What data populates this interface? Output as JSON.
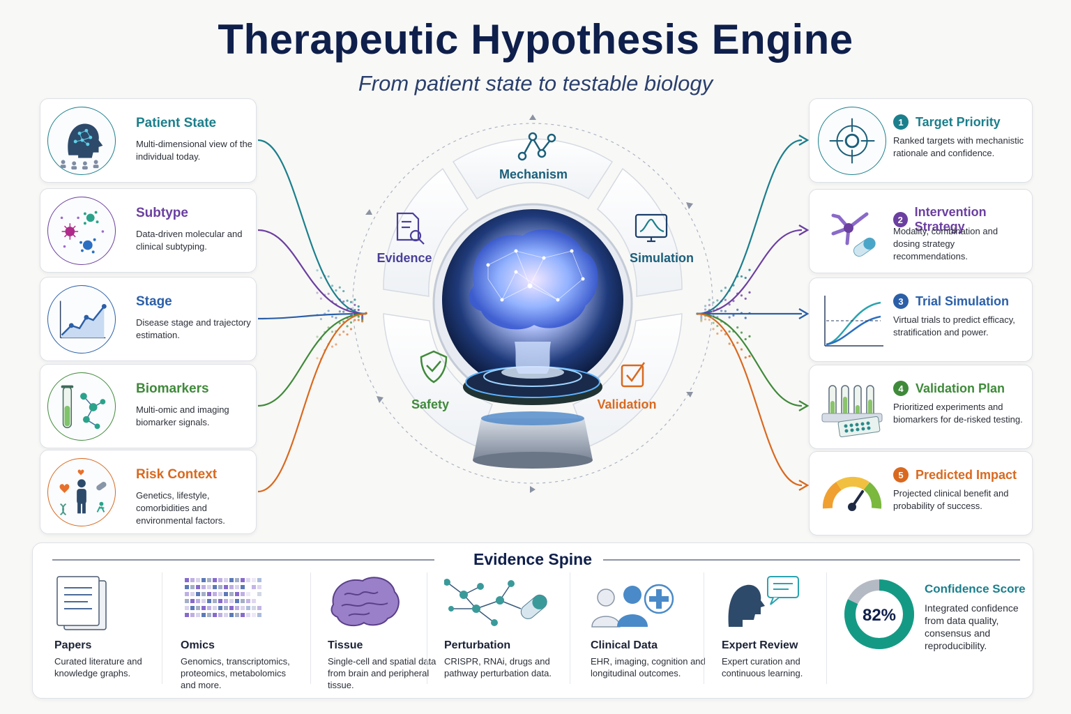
{
  "header": {
    "title": "Therapeutic Hypothesis Engine",
    "subtitle": "From patient state to testable biology"
  },
  "inputs": [
    {
      "title": "Patient State",
      "desc": "Multi-dimensional view of the individual today.",
      "color": "#1b7f8c",
      "icon": "head-network-icon"
    },
    {
      "title": "Subtype",
      "desc": "Data-driven molecular and clinical subtyping.",
      "color": "#6b3fa0",
      "icon": "cell-clusters-icon"
    },
    {
      "title": "Stage",
      "desc": "Disease stage and trajectory estimation.",
      "color": "#2b5fa8",
      "icon": "trend-chart-icon"
    },
    {
      "title": "Biomarkers",
      "desc": "Multi-omic and imaging biomarker signals.",
      "color": "#3f8a3a",
      "icon": "test-tube-icon"
    },
    {
      "title": "Risk Context",
      "desc": "Genetics, lifestyle, comorbidities and environmental factors.",
      "color": "#d9691f",
      "icon": "person-risk-icon"
    }
  ],
  "engine": {
    "segments": [
      {
        "label": "Mechanism",
        "color": "#1b5f7a",
        "icon": "molecule-icon"
      },
      {
        "label": "Simulation",
        "color": "#1b5f7a",
        "icon": "monitor-chart-icon"
      },
      {
        "label": "Validation",
        "color": "#d9691f",
        "icon": "checkbox-icon"
      },
      {
        "label": "Safety",
        "color": "#3f8a3a",
        "icon": "shield-check-icon"
      },
      {
        "label": "Evidence",
        "color": "#4a3f9a",
        "icon": "document-search-icon"
      }
    ]
  },
  "outputs": [
    {
      "num": "1",
      "title": "Target Priority",
      "desc": "Ranked targets with mechanistic rationale and confidence.",
      "color": "#1b7f8c",
      "icon": "target-icon"
    },
    {
      "num": "2",
      "title": "Intervention Strategy",
      "desc": "Modality, combination and dosing strategy recommendations.",
      "color": "#6b3fa0",
      "icon": "antibody-pill-icon"
    },
    {
      "num": "3",
      "title": "Trial Simulation",
      "desc": "Virtual trials to predict efficacy, stratification and power.",
      "color": "#2b5fa8",
      "icon": "curves-chart-icon"
    },
    {
      "num": "4",
      "title": "Validation Plan",
      "desc": "Prioritized experiments and biomarkers for de-risked testing.",
      "color": "#3f8a3a",
      "icon": "lab-tubes-icon"
    },
    {
      "num": "5",
      "title": "Predicted Impact",
      "desc": "Projected clinical benefit and probability of success.",
      "color": "#d9691f",
      "icon": "gauge-icon"
    }
  ],
  "spine": {
    "title": "Evidence Spine",
    "items": [
      {
        "title": "Papers",
        "desc": "Curated literature and knowledge graphs.",
        "icon": "papers-icon"
      },
      {
        "title": "Omics",
        "desc": "Genomics, transcriptomics, proteomics, metabolomics and more.",
        "icon": "omics-grid-icon"
      },
      {
        "title": "Tissue",
        "desc": "Single-cell and spatial data from brain and peripheral tissue.",
        "icon": "brain-tissue-icon"
      },
      {
        "title": "Perturbation",
        "desc": "CRISPR, RNAi, drugs and pathway perturbation data.",
        "icon": "network-capsule-icon"
      },
      {
        "title": "Clinical Data",
        "desc": "EHR, imaging, cognition and longitudinal outcomes.",
        "icon": "patients-plus-icon"
      },
      {
        "title": "Expert Review",
        "desc": "Expert curation and continuous learning.",
        "icon": "expert-chat-icon"
      }
    ],
    "confidence": {
      "title": "Confidence Score",
      "value": 82,
      "label": "82%",
      "desc": "Integrated confidence from data quality, consensus and reproducibility.",
      "color": "#149a84"
    }
  }
}
